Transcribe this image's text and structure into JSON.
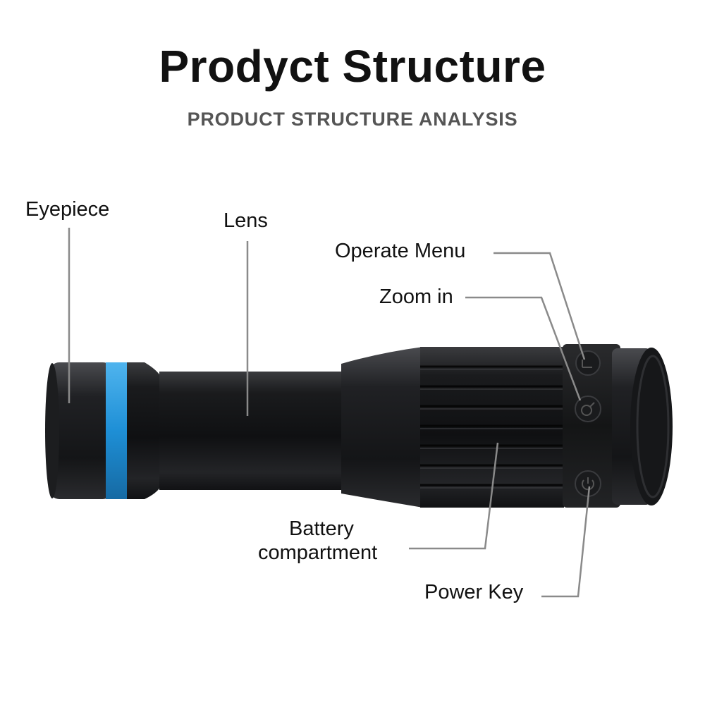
{
  "title": "Prodyct Structure",
  "subtitle": "PRODUCT STRUCTURE ANALYSIS",
  "labels": {
    "eyepiece": "Eyepiece",
    "lens": "Lens",
    "operate_menu": "Operate Menu",
    "zoom_in": "Zoom in",
    "battery_line1": "Battery",
    "battery_line2": "compartment",
    "power_key": "Power Key"
  },
  "colors": {
    "body": "#1b1c1e",
    "accent_ring": "#1e8fd6",
    "leader_line": "#8a8a8a"
  }
}
